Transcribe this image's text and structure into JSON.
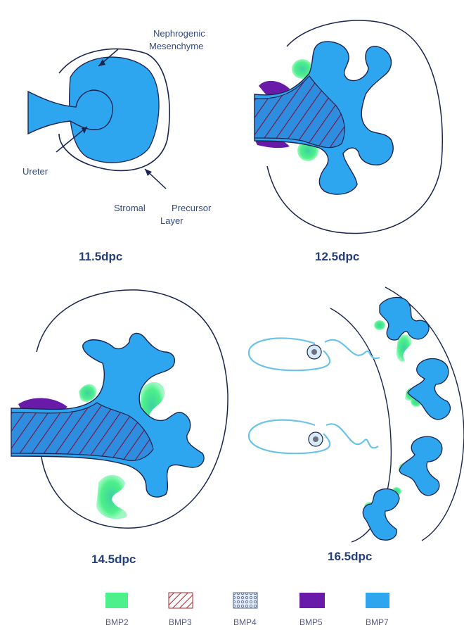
{
  "annotations": {
    "nephrogenic_line1": "Nephrogenic",
    "nephrogenic_line2": "Mesenchyme",
    "ureter": "Ureter",
    "stromal": "Stromal",
    "precursor": "Precursor",
    "layer": "Layer"
  },
  "stages": {
    "s115": "11.5dpc",
    "s125": "12.5dpc",
    "s145": "14.5dpc",
    "s165": "16.5dpc"
  },
  "legend": [
    {
      "label": "BMP2",
      "color": "#4df08a",
      "pattern": "solid"
    },
    {
      "label": "BMP3",
      "color": "#b0242c",
      "pattern": "diagonal-hatch"
    },
    {
      "label": "BMP4",
      "color": "#5a6b8c",
      "pattern": "dotted"
    },
    {
      "label": "BMP5",
      "color": "#6a1aa8",
      "pattern": "solid"
    },
    {
      "label": "BMP7",
      "color": "#2ea6ef",
      "pattern": "solid"
    }
  ],
  "colors": {
    "bmp2": "#4df08a",
    "bmp3_hatch": "#7a1040",
    "bmp5": "#6a1aa8",
    "bmp7": "#2ea6ef",
    "bmp7_dark": "#1a8ee0",
    "outline": "#1a2450",
    "label_text": "#2f4b86"
  }
}
